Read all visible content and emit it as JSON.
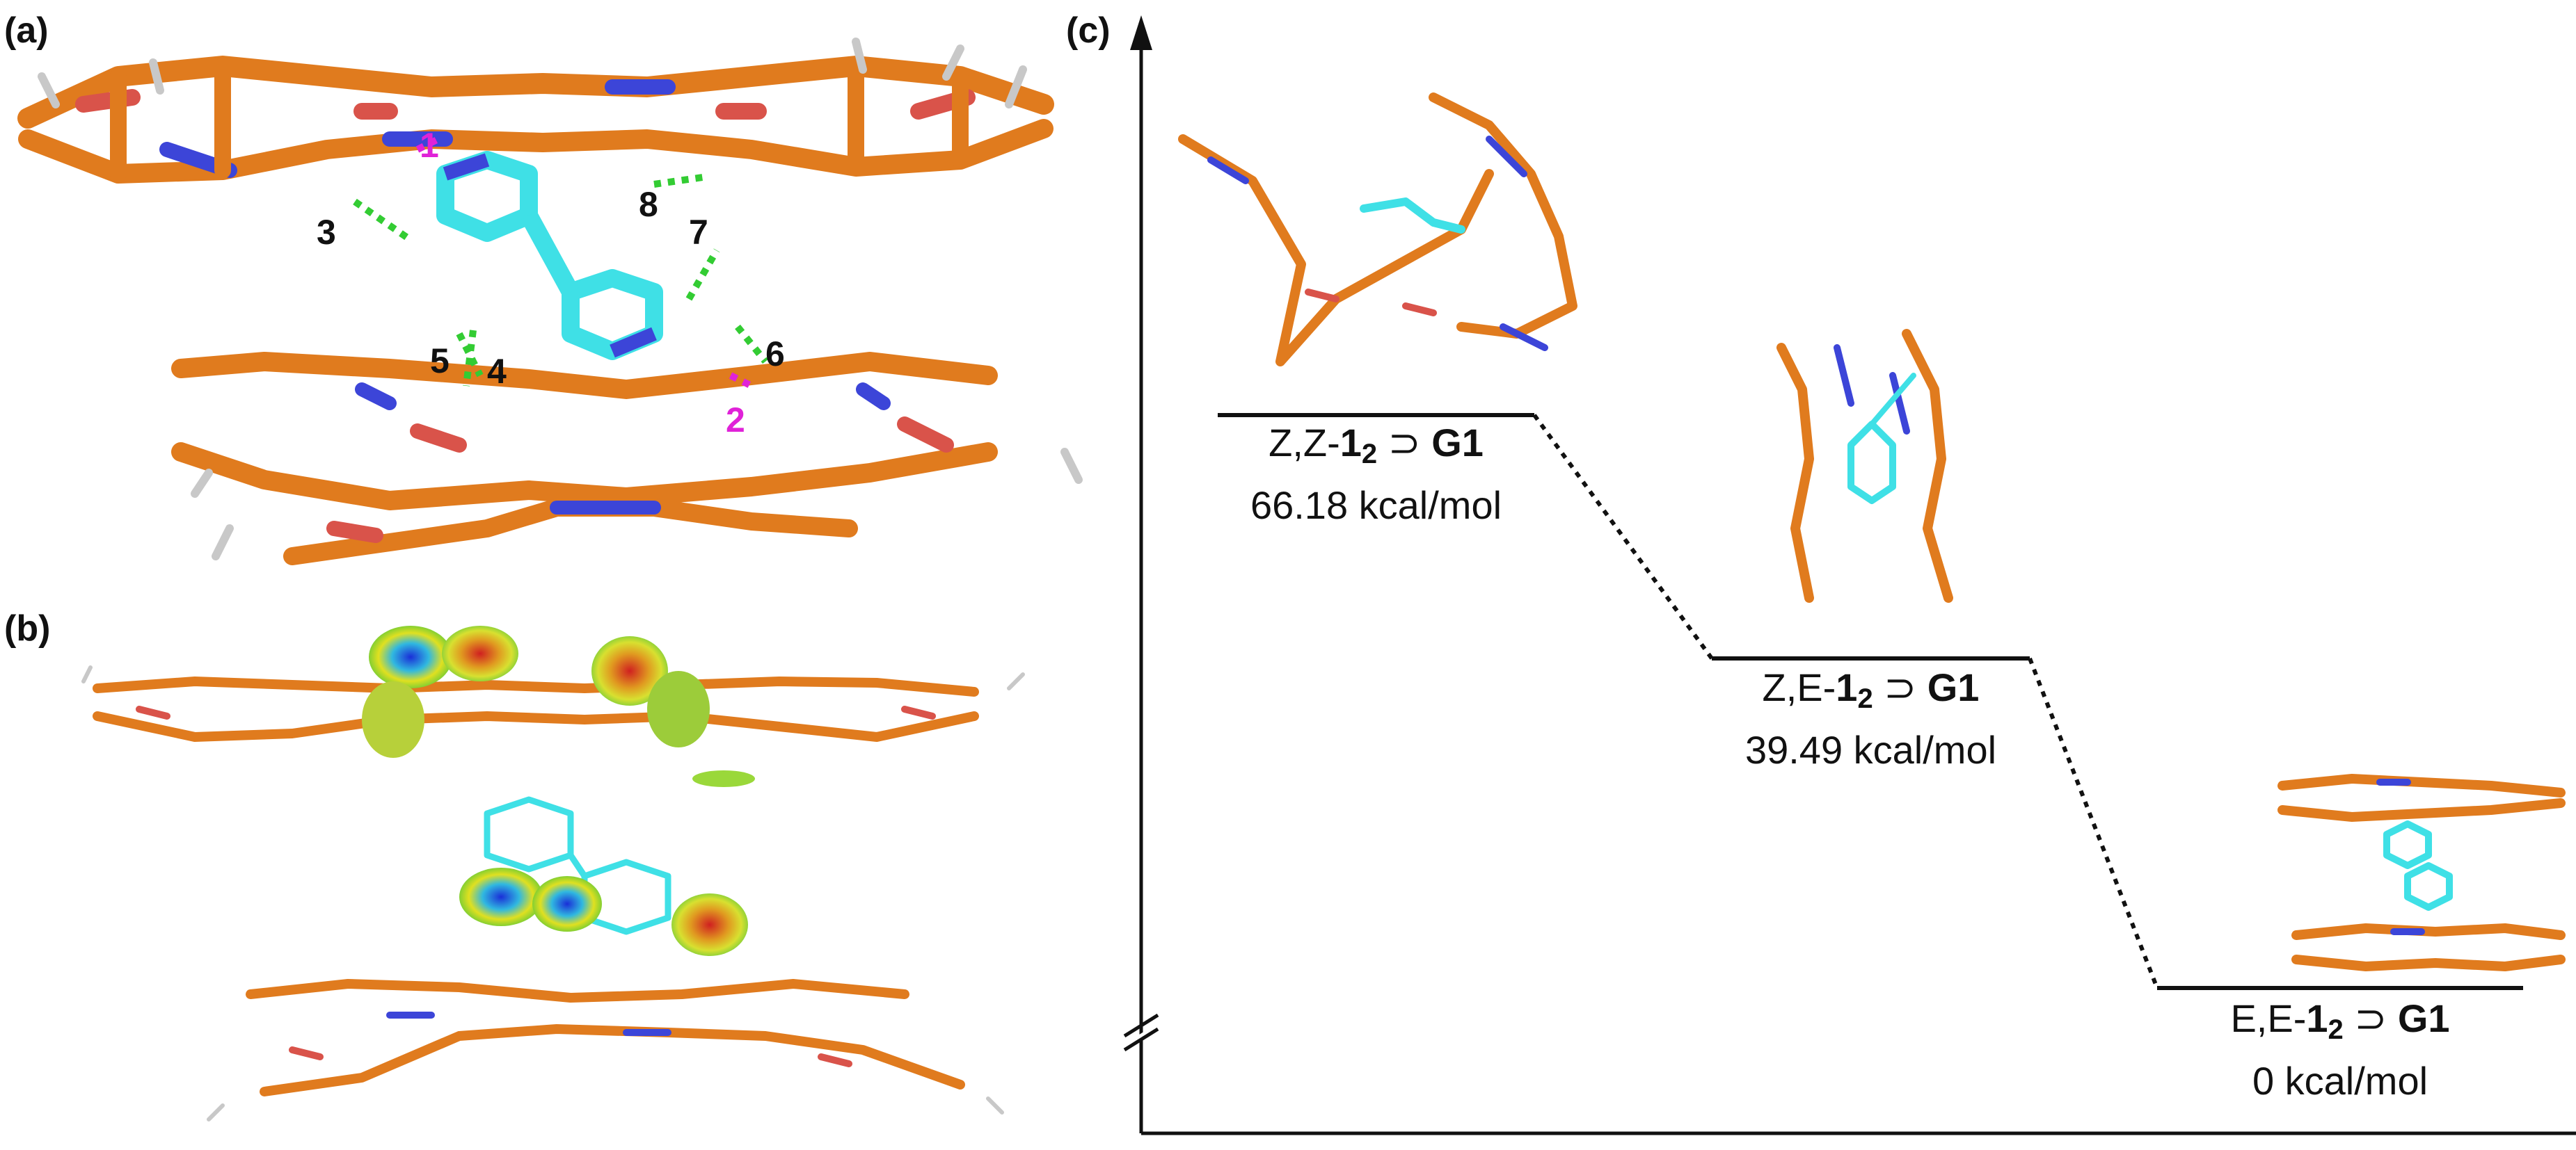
{
  "panels": {
    "a": "(a)",
    "b": "(b)",
    "c": "(c)"
  },
  "panel_a_numbers": {
    "magenta": [
      "1",
      "2"
    ],
    "black": [
      "3",
      "4",
      "5",
      "6",
      "7",
      "8"
    ]
  },
  "energy_levels": [
    {
      "prefix": "Z,Z-",
      "host": "1",
      "sub": "2",
      "guest": "G1",
      "energy": "66.18 kcal/mol",
      "value": 66.18
    },
    {
      "prefix": "Z,E-",
      "host": "1",
      "sub": "2",
      "guest": "G1",
      "energy": "39.49 kcal/mol",
      "value": 39.49
    },
    {
      "prefix": "E,E-",
      "host": "1",
      "sub": "2",
      "guest": "G1",
      "energy": "0 kcal/mol",
      "value": 0
    }
  ],
  "symbol": "⊃",
  "colors": {
    "carbon": "#e07b1e",
    "oxygen": "#d9534a",
    "nitrogen": "#3c45d8",
    "guest": "#3fe0e6",
    "hbond": "#33cc33",
    "label_magenta": "#e022d8"
  }
}
